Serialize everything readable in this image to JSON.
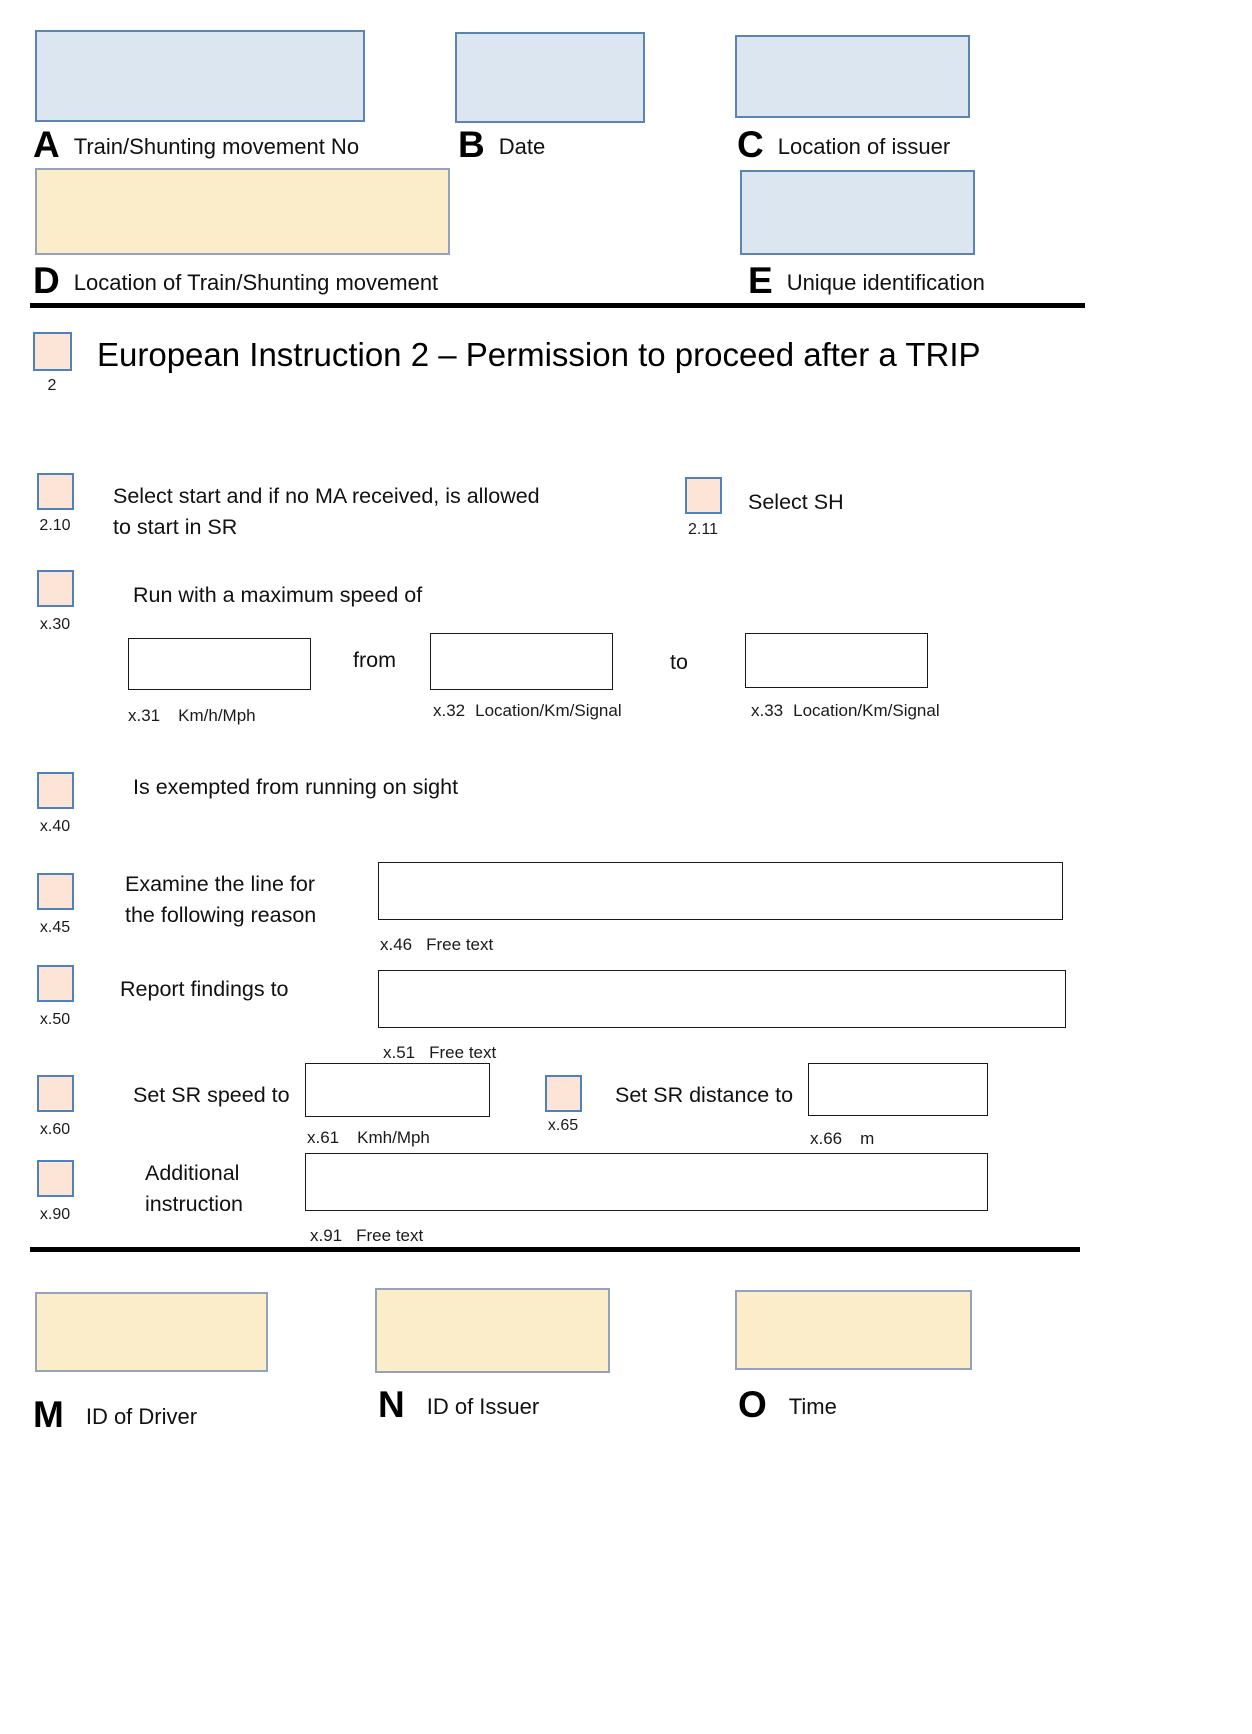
{
  "top_fields": {
    "a": {
      "letter": "A",
      "label": "Train/Shunting movement No"
    },
    "b": {
      "letter": "B",
      "label": "Date"
    },
    "c": {
      "letter": "C",
      "label": "Location of issuer"
    },
    "d": {
      "letter": "D",
      "label": "Location of Train/Shunting movement"
    },
    "e": {
      "letter": "E",
      "label": "Unique identification"
    }
  },
  "title": {
    "checkbox_number": "2",
    "text": "European Instruction 2 – Permission to proceed after a TRIP"
  },
  "items": {
    "i210": {
      "num": "2.10",
      "line1": "Select start and if no MA received, is allowed",
      "line2": "to start in SR"
    },
    "i211": {
      "num": "2.11",
      "label": "Select SH"
    },
    "x30": {
      "num": "x.30",
      "label": "Run with a maximum speed of"
    },
    "x31": {
      "num": "x.31",
      "label": "Km/h/Mph"
    },
    "from_label": "from",
    "x32": {
      "num": "x.32",
      "label": "Location/Km/Signal"
    },
    "to_label": "to",
    "x33": {
      "num": "x.33",
      "label": "Location/Km/Signal"
    },
    "x40": {
      "num": "x.40",
      "label": "Is exempted from running on sight"
    },
    "x45": {
      "num": "x.45",
      "line1": "Examine the line for",
      "line2": "the following reason"
    },
    "x46": {
      "num": "x.46",
      "label": "Free text"
    },
    "x50": {
      "num": "x.50",
      "label": "Report findings to"
    },
    "x51": {
      "num": "x.51",
      "label": "Free text"
    },
    "x60": {
      "num": "x.60",
      "label": "Set SR speed to"
    },
    "x61": {
      "num": "x.61",
      "label": "Kmh/Mph"
    },
    "x65": {
      "num": "x.65",
      "label": "Set SR distance to"
    },
    "x66": {
      "num": "x.66",
      "label": "m"
    },
    "x90": {
      "num": "x.90",
      "line1": "Additional",
      "line2": "instruction"
    },
    "x91": {
      "num": "x.91",
      "label": "Free text"
    }
  },
  "bottom_fields": {
    "m": {
      "letter": "M",
      "label": "ID of Driver"
    },
    "n": {
      "letter": "N",
      "label": "ID of Issuer"
    },
    "o": {
      "letter": "O",
      "label": "Time"
    }
  },
  "colors": {
    "blue_fill": "#dce6f1",
    "blue_border": "#5b84b1",
    "yellow_fill": "#fcedca",
    "yellow_border": "#93a3bc",
    "checkbox_fill": "#fce4d6",
    "checkbox_border": "#4f81bd"
  }
}
